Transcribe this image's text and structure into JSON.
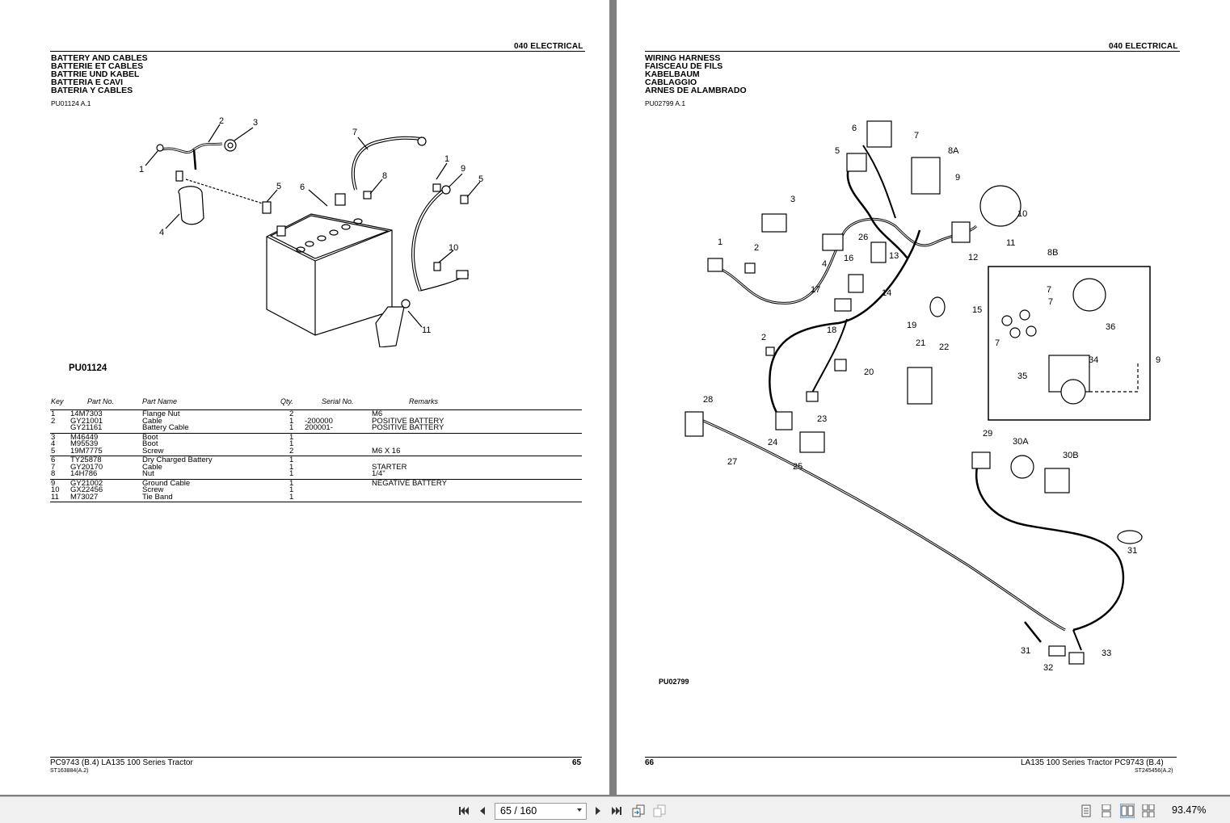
{
  "left_page": {
    "section": "040  ELECTRICAL",
    "titles": [
      "BATTERY AND CABLES",
      "BATTERIE ET CABLES",
      "BATTRIE UND KABEL",
      "BATTERIA E CAVI",
      "BATERIA Y CABLES"
    ],
    "ref": "PU01124 A.1",
    "figure_label": "PU01124",
    "callouts": [
      "1",
      "2",
      "3",
      "4",
      "5",
      "6",
      "7",
      "8",
      "1",
      "9",
      "5",
      "10",
      "11"
    ],
    "table": {
      "headers": {
        "key": "Key",
        "part": "Part No.",
        "name": "Part Name",
        "qty": "Qty.",
        "serial": "Serial No.",
        "remarks": "Remarks"
      },
      "groups": [
        [
          {
            "key": "1",
            "part": "14M7303",
            "name": "Flange Nut",
            "qty": "2",
            "serial": "",
            "remarks": "M6"
          },
          {
            "key": "2",
            "part": "GY21001",
            "name": "Cable",
            "qty": "1",
            "serial": "   -200000",
            "remarks": "POSITIVE BATTERY"
          },
          {
            "key": "",
            "part": "GY21161",
            "name": "Battery Cable",
            "qty": "1",
            "serial": "200001-",
            "remarks": "POSITIVE BATTERY"
          }
        ],
        [
          {
            "key": "3",
            "part": "M46449",
            "name": "Boot",
            "qty": "1",
            "serial": "",
            "remarks": ""
          },
          {
            "key": "4",
            "part": "M95539",
            "name": "Boot",
            "qty": "1",
            "serial": "",
            "remarks": ""
          },
          {
            "key": "5",
            "part": "19M7775",
            "name": "Screw",
            "qty": "2",
            "serial": "",
            "remarks": "M6 X 16"
          }
        ],
        [
          {
            "key": "6",
            "part": "TY25878",
            "name": "Dry Charged Battery",
            "qty": "1",
            "serial": "",
            "remarks": ""
          },
          {
            "key": "7",
            "part": "GY20170",
            "name": "Cable",
            "qty": "1",
            "serial": "",
            "remarks": "STARTER"
          },
          {
            "key": "8",
            "part": "14H786",
            "name": "Nut",
            "qty": "1",
            "serial": "",
            "remarks": "1/4\""
          }
        ],
        [
          {
            "key": "9",
            "part": "GY21002",
            "name": "Ground Cable",
            "qty": "1",
            "serial": "",
            "remarks": "NEGATIVE BATTERY"
          },
          {
            "key": "10",
            "part": "GX22456",
            "name": "Screw",
            "qty": "1",
            "serial": "",
            "remarks": ""
          },
          {
            "key": "11",
            "part": "M73027",
            "name": "Tie Band",
            "qty": "1",
            "serial": "",
            "remarks": ""
          }
        ]
      ]
    },
    "footer_left": "PC9743    (B.4)     LA135 100 Series Tractor",
    "footer_small": "ST163884(A.2)",
    "footer_page": "65"
  },
  "right_page": {
    "section": "040  ELECTRICAL",
    "titles": [
      "WIRING HARNESS",
      "FAISCEAU DE FILS",
      "KABELBAUM",
      "CABLAGGIO",
      "ARNES DE ALAMBRADO"
    ],
    "ref": "PU02799 A.1",
    "figure_label": "PU02799",
    "callouts": [
      "6",
      "7",
      "5",
      "8A",
      "9",
      "3",
      "10",
      "26",
      "11",
      "1",
      "2",
      "4",
      "13",
      "12",
      "8B",
      "16",
      "17",
      "14",
      "7",
      "7",
      "15",
      "18",
      "19",
      "36",
      "7",
      "2",
      "21",
      "22",
      "35",
      "34",
      "9",
      "20",
      "28",
      "23",
      "24",
      "27",
      "25",
      "29",
      "30A",
      "30B",
      "31",
      "31",
      "32",
      "33"
    ],
    "footer_page": "66",
    "footer_right": "LA135 100 Series Tractor    PC9743    (B.4)",
    "footer_small": "ST245456(A.2)"
  },
  "toolbar": {
    "page_indicator": "65 / 160",
    "zoom": "93.47%",
    "icons": [
      "first-page-icon",
      "prev-page-icon",
      "next-page-icon",
      "last-page-icon",
      "go-back-icon",
      "go-forward-icon",
      "single-page-icon",
      "continuous-icon",
      "two-page-icon",
      "two-page-continuous-icon"
    ]
  }
}
